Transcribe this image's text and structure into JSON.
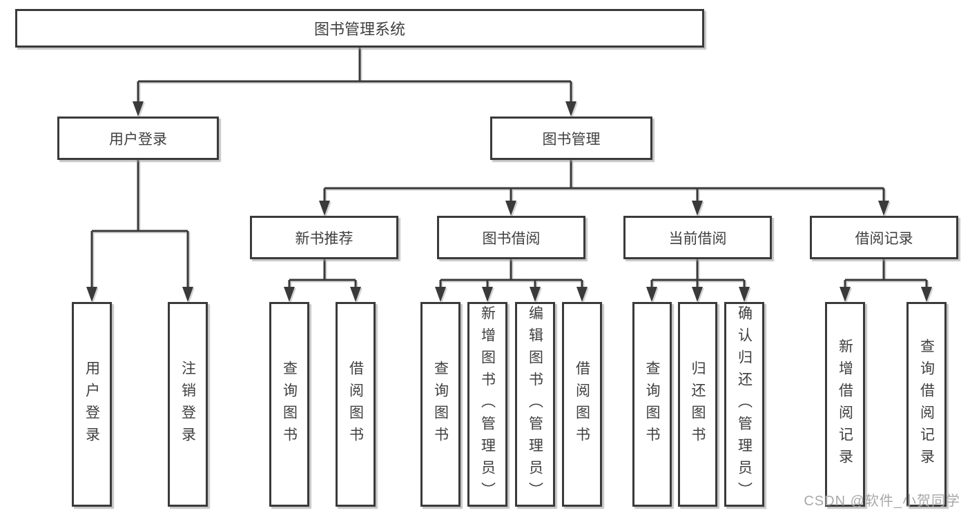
{
  "diagram": {
    "root": {
      "label": "图书管理系统"
    },
    "level2": {
      "user_login": {
        "label": "用户登录"
      },
      "book_mgmt": {
        "label": "图书管理"
      }
    },
    "level3": {
      "new_books": {
        "label": "新书推荐"
      },
      "book_borrow": {
        "label": "图书借阅"
      },
      "current_borrow": {
        "label": "当前借阅"
      },
      "borrow_records": {
        "label": "借阅记录"
      }
    },
    "leaves": {
      "user_login": {
        "label": "用户登录"
      },
      "logout": {
        "label": "注销登录"
      },
      "query_books_rec": {
        "label": "查询图书"
      },
      "borrow_books_rec": {
        "label": "借阅图书"
      },
      "query_books_borrow": {
        "label": "查询图书"
      },
      "add_books_admin": {
        "label": "新增图书（管理员）"
      },
      "edit_books_admin": {
        "label": "编辑图书（管理员）"
      },
      "borrow_books": {
        "label": "借阅图书"
      },
      "query_books_current": {
        "label": "查询图书"
      },
      "return_books": {
        "label": "归还图书"
      },
      "confirm_return_admin": {
        "label": "确认归还（管理员）"
      },
      "add_borrow_record": {
        "label": "新增借阅记录"
      },
      "query_borrow_record": {
        "label": "查询借阅记录"
      }
    },
    "watermark": "CSDN @软件_小贺同学",
    "colors": {
      "line": "#3a3a3a",
      "text": "#3f3f3f",
      "watermark": "#a8a8a8",
      "background": "#ffffff"
    }
  }
}
